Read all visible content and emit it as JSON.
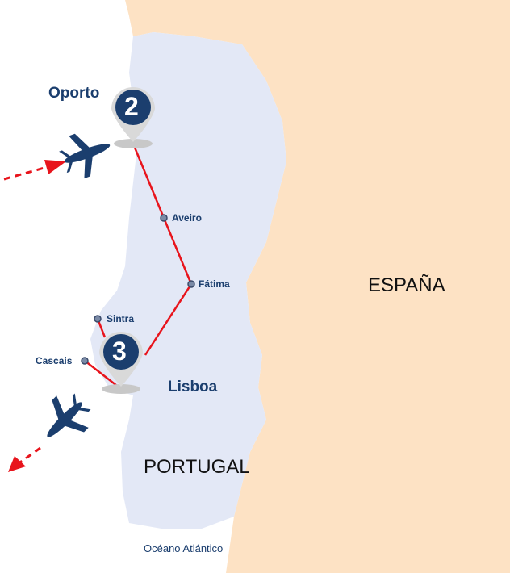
{
  "colors": {
    "spain": "#fde2c4",
    "portugal": "#e3e8f6",
    "route": "#e8141c",
    "marker": "#1b3e6e"
  },
  "stops": [
    {
      "number": "2",
      "label": "Oporto"
    },
    {
      "number": "3",
      "label": "Lisboa"
    }
  ],
  "cities": [
    "Aveiro",
    "Fátima",
    "Sintra",
    "Cascais"
  ],
  "countries": [
    "ESPAÑA",
    "PORTUGAL"
  ],
  "ocean": "Océano Atlántico",
  "icons": [
    "airplane-arrival-icon",
    "airplane-departure-icon"
  ]
}
